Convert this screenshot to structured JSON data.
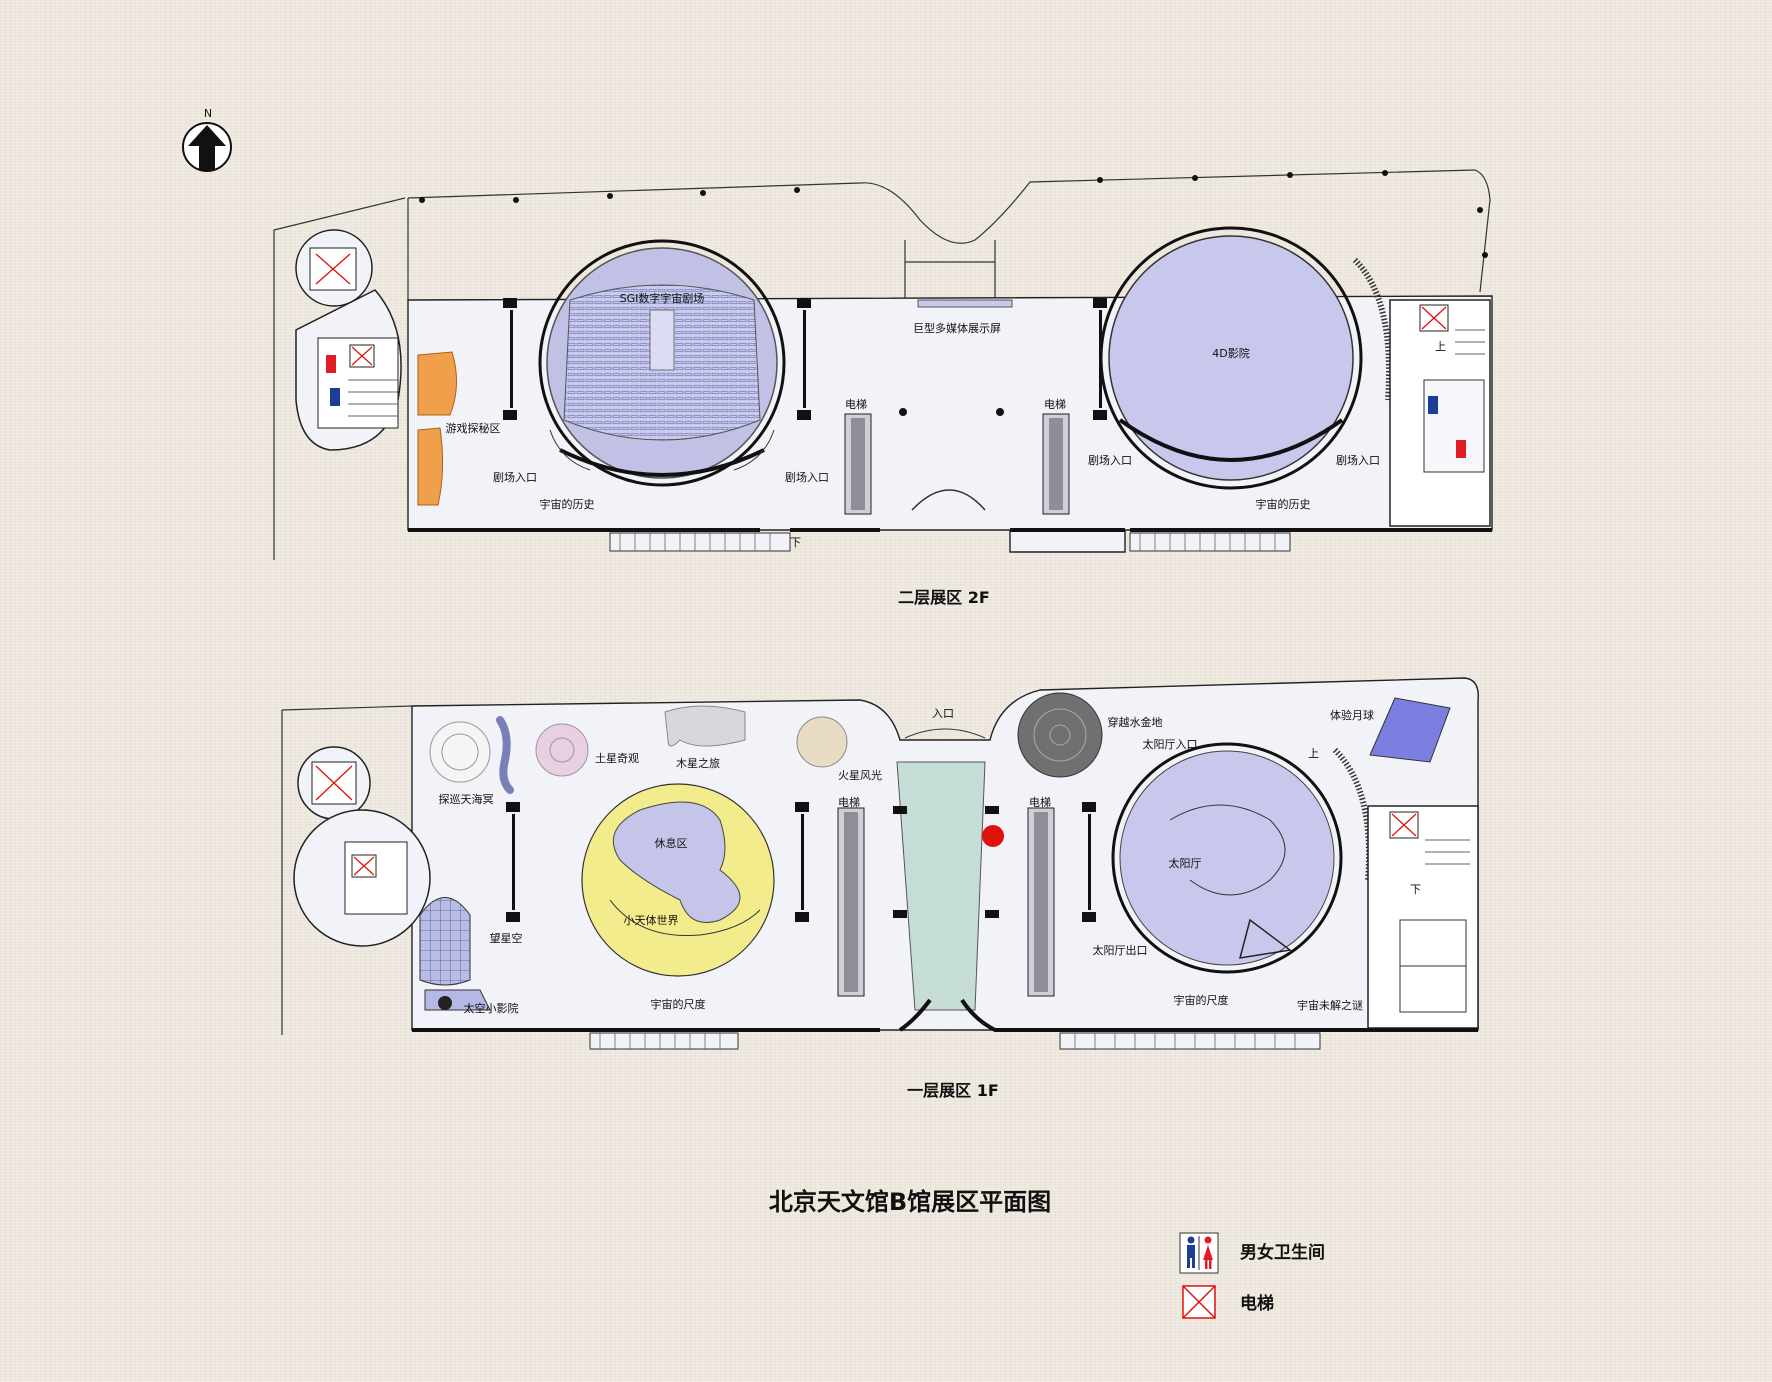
{
  "title": "北京天文馆B馆展区平面图",
  "compass": {
    "letter": "N"
  },
  "floor2": {
    "title": "二层展区 2F",
    "labels": {
      "sgi_theater": "SGI数字宇宙剧场",
      "big_screen": "巨型多媒体展示屏",
      "theater_4d": "4D影院",
      "game_zone": "游戏探秘区",
      "elevator_a": "电梯",
      "elevator_b": "电梯",
      "theater_entry_1": "剧场入口",
      "theater_entry_2": "剧场入口",
      "theater_entry_3": "剧场入口",
      "theater_entry_4": "剧场入口",
      "history_1": "宇宙的历史",
      "history_2": "宇宙的历史",
      "up": "上",
      "down": "下"
    }
  },
  "floor1": {
    "title": "一层展区 1F",
    "labels": {
      "entrance": "入口",
      "saturn": "土星奇观",
      "jupiter": "木星之旅",
      "mars": "火星风光",
      "sea": "探巡天海冥",
      "rest": "休息区",
      "small_world": "小天体世界",
      "stargaze": "望星空",
      "space_cinema": "太空小影院",
      "scale_1": "宇宙的尺度",
      "scale_2": "宇宙的尺度",
      "elevator_a": "电梯",
      "elevator_b": "电梯",
      "mercury": "穿越水金地",
      "moon": "体验月球",
      "sun_entry": "太阳厅入口",
      "sun_hall": "太阳厅",
      "sun_exit": "太阳厅出口",
      "mystery": "宇宙未解之谜",
      "up": "上",
      "down": "下"
    }
  },
  "legend": [
    {
      "icon": "restroom-icon",
      "label": "男女卫生间"
    },
    {
      "icon": "elevator-icon",
      "label": "电梯"
    }
  ],
  "colors": {
    "floor": "#f2f2f9",
    "theater": "#c7c8ec",
    "yellow_zone": "#f3ec8c",
    "entrance_corridor": "#c6dcd6",
    "orange": "#f0a04a",
    "marker_red": "#e0100a",
    "restroom_blue": "#1c3f95",
    "restroom_red": "#e01c24"
  }
}
